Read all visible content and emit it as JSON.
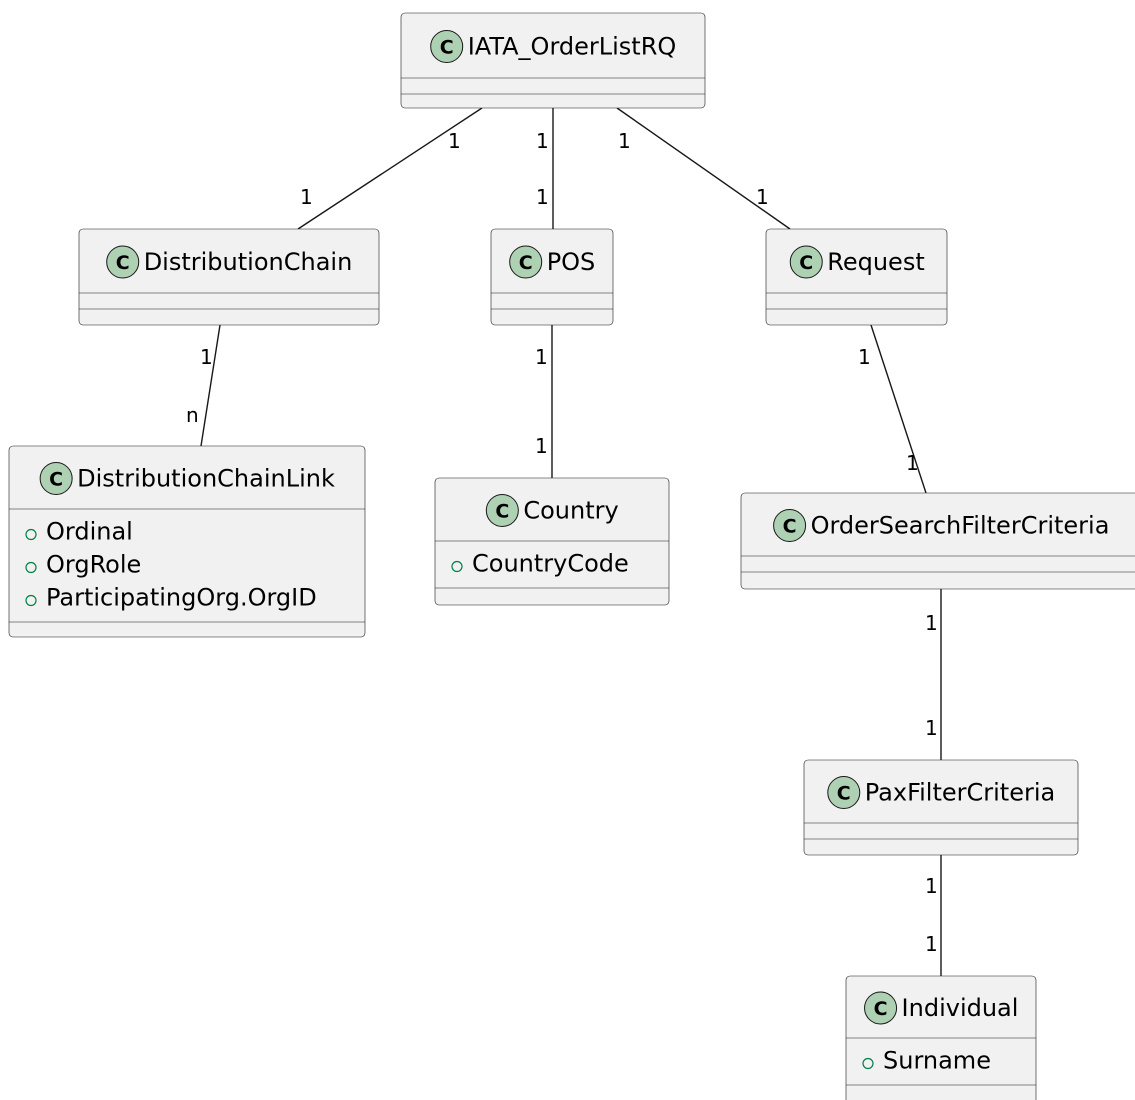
{
  "classes": [
    {
      "id": "orderlistrq",
      "name": "IATA_OrderListRQ",
      "badge": "C",
      "attributes": []
    },
    {
      "id": "distchain",
      "name": "DistributionChain",
      "badge": "C",
      "attributes": []
    },
    {
      "id": "pos",
      "name": "POS",
      "badge": "C",
      "attributes": []
    },
    {
      "id": "request",
      "name": "Request",
      "badge": "C",
      "attributes": []
    },
    {
      "id": "distchainlink",
      "name": "DistributionChainLink",
      "badge": "C",
      "attributes": [
        "Ordinal",
        "OrgRole",
        "ParticipatingOrg.OrgID"
      ]
    },
    {
      "id": "country",
      "name": "Country",
      "badge": "C",
      "attributes": [
        "CountryCode"
      ]
    },
    {
      "id": "osfc",
      "name": "OrderSearchFilterCriteria",
      "badge": "C",
      "attributes": []
    },
    {
      "id": "paxfc",
      "name": "PaxFilterCriteria",
      "badge": "C",
      "attributes": []
    },
    {
      "id": "individual",
      "name": "Individual",
      "badge": "C",
      "attributes": [
        "Surname"
      ]
    }
  ],
  "relations": [
    {
      "from": "orderlistrq",
      "to": "distchain",
      "from_mult": "1",
      "to_mult": "1"
    },
    {
      "from": "orderlistrq",
      "to": "pos",
      "from_mult": "1",
      "to_mult": "1"
    },
    {
      "from": "orderlistrq",
      "to": "request",
      "from_mult": "1",
      "to_mult": "1"
    },
    {
      "from": "distchain",
      "to": "distchainlink",
      "from_mult": "1",
      "to_mult": "n"
    },
    {
      "from": "pos",
      "to": "country",
      "from_mult": "1",
      "to_mult": "1"
    },
    {
      "from": "request",
      "to": "osfc",
      "from_mult": "1",
      "to_mult": "1"
    },
    {
      "from": "osfc",
      "to": "paxfc",
      "from_mult": "1",
      "to_mult": "1"
    },
    {
      "from": "paxfc",
      "to": "individual",
      "from_mult": "1",
      "to_mult": "1"
    }
  ],
  "colors": {
    "badge": "#add1b2",
    "box": "#f1f1f1",
    "border": "#181818",
    "visibility": "#038048"
  }
}
